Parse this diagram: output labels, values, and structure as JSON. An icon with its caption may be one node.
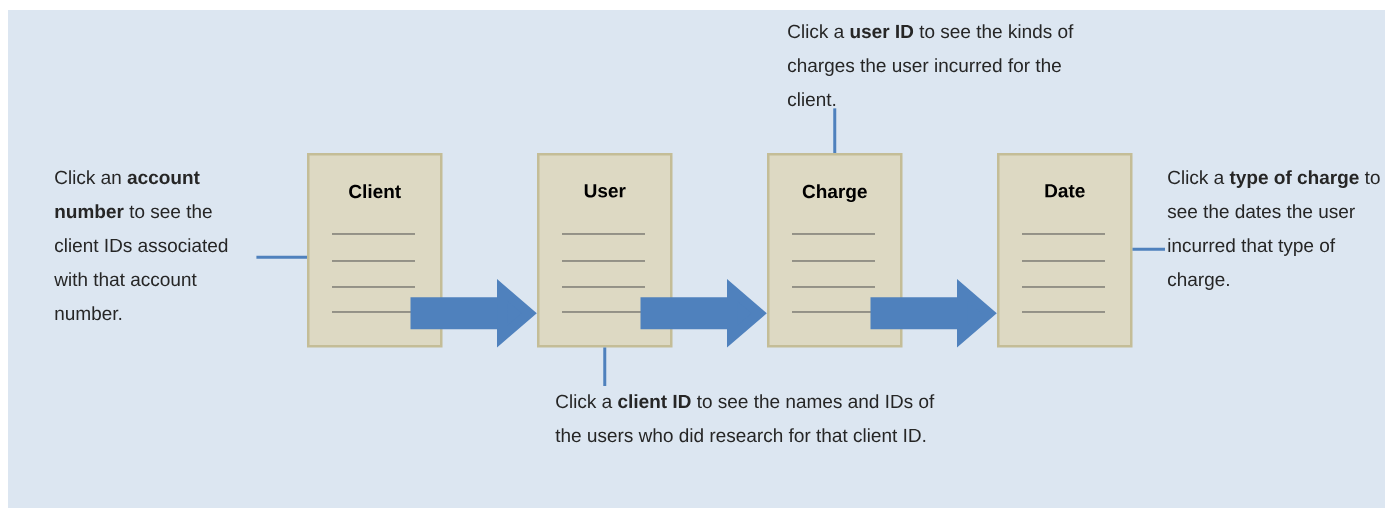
{
  "diagram": {
    "nodes": [
      {
        "text": [
          "Click a **user ID** to see the kinds of charges the user incurred for the client."
        ]
      },
      {
        "text": [
          "Click an **account number** to see the client IDs associated with that account number."
        ]
      },
      {
        "text": [
          "Client"
        ]
      },
      {
        "text": [
          "User"
        ]
      },
      {
        "text": [
          "Charge"
        ]
      },
      {
        "text": [
          "Date"
        ]
      },
      {
        "text": [
          "Click a **type of charge** to see the dates the user incurred that type of charge."
        ]
      },
      {
        "text": [
          "Click a **client ID** to see the names and IDs of the users who did research for that client ID."
        ]
      }
    ],
    "edges": [
      {
        "from": 2,
        "to": 3,
        "arrow": "to",
        "style": "thick"
      },
      {
        "from": 3,
        "to": 4,
        "arrow": "to",
        "style": "thick"
      },
      {
        "from": 4,
        "to": 5,
        "arrow": "to",
        "style": "thick"
      },
      {
        "from": 1,
        "to": 2,
        "arrow": "none"
      },
      {
        "from": 0,
        "to": 4,
        "arrow": "none"
      },
      {
        "from": 7,
        "to": 3,
        "arrow": "none"
      },
      {
        "from": 6,
        "to": 5,
        "arrow": "none"
      }
    ]
  }
}
